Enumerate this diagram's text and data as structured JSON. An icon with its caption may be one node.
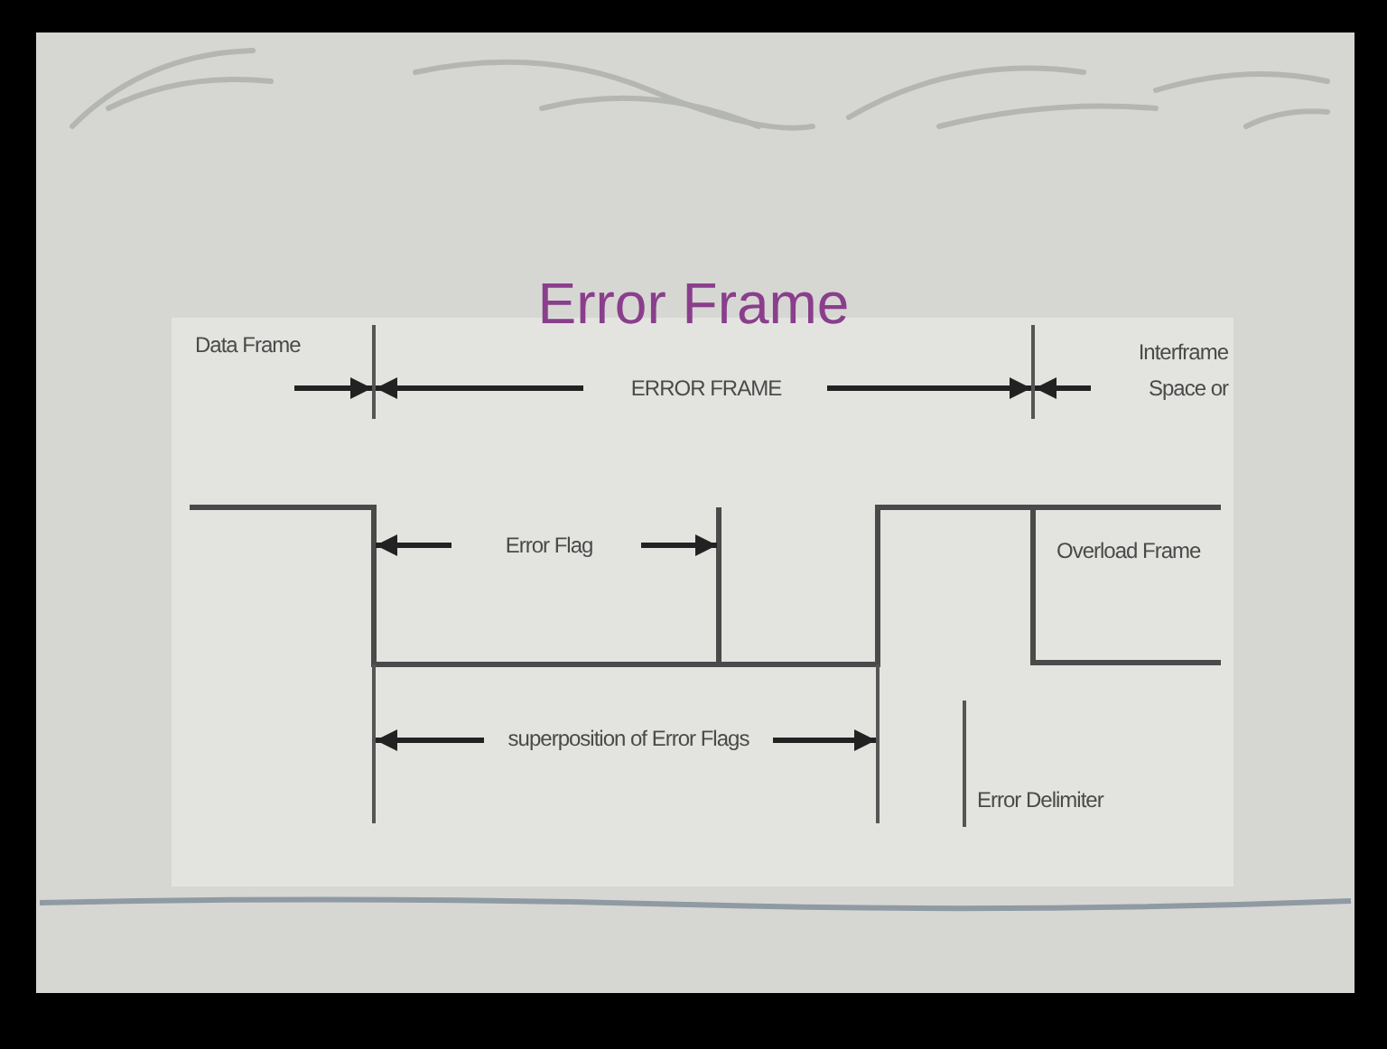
{
  "diagram": {
    "title": "Error Frame",
    "labels": [
      "Data Frame",
      "ERROR FRAME",
      "Interframe Space or",
      "Error Flag",
      "Overload Frame",
      "superposition of Error Flags",
      "Error Delimiter"
    ]
  }
}
